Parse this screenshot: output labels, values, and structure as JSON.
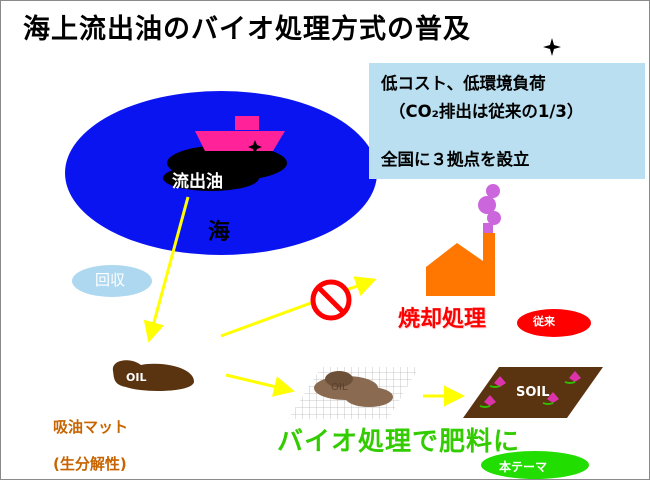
{
  "title": "海上流出油のバイオ処理方式の普及",
  "info_box": {
    "line1": "低コスト、低環境負荷",
    "line2": "（CO₂排出は従来の1/3）",
    "line3": "全国に３拠点を設立"
  },
  "labels": {
    "spilled_oil": "流出油",
    "sea": "海",
    "recovery": "回収",
    "oil_mat": "OIL",
    "oil_grid": "OIL",
    "soil": "SOIL",
    "incineration": "焼却処理",
    "conventional": "従来",
    "absorbent_mat": "吸油マット",
    "biodegradable": "(生分解性)",
    "bio_to_fertilizer": "バイオ処理で肥料に",
    "this_theme": "本テーマ"
  },
  "colors": {
    "sea": "#0a14f0",
    "oil": "#000000",
    "ship": "#ff2299",
    "arrow": "#ffff00",
    "info_bg": "#b9dff0",
    "factory": "#ff7700",
    "smoke": "#cc66dd",
    "no_sign": "#ff0000",
    "mud": "#5a3310",
    "grid_oil": "#8a6a50",
    "incineration_text": "#ff0000",
    "bio_text": "#33cc00",
    "conventional_badge": "#ff0000",
    "theme_badge": "#22dd00",
    "recovery_badge": "#add8ef",
    "flower": "#dd33aa",
    "leaf": "#33bb00"
  },
  "icons": [
    "ship-icon",
    "sparkle-icon",
    "factory-icon",
    "no-sign-icon",
    "flower-icon"
  ]
}
